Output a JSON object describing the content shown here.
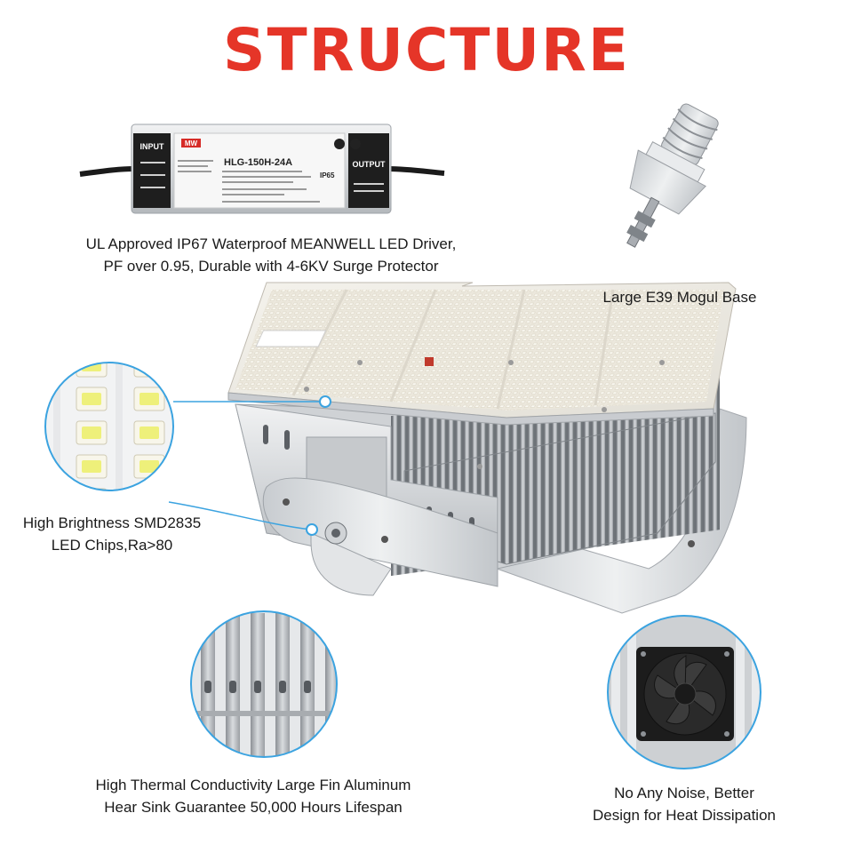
{
  "title": "STRUCTURE",
  "colors": {
    "title_red": "#e53528",
    "callout_blue": "#3ba3e0",
    "aluminum": "#d9dcdf",
    "led_panel": "#f1efe8"
  },
  "driver": {
    "input_label": "INPUT",
    "output_label": "OUTPUT",
    "model": "HLG-150H-24A",
    "ip_rating": "IP65",
    "brand_badge": "MW"
  },
  "features": {
    "driver": {
      "line1": "UL Approved IP67 Waterproof MEANWELL LED Driver,",
      "line2": "PF over 0.95, Durable with 4-6KV Surge Protector"
    },
    "base": {
      "line1": "Large E39 Mogul Base"
    },
    "chips": {
      "line1": "High Brightness SMD2835",
      "line2": "LED Chips,Ra>80"
    },
    "heatsink": {
      "line1": "High Thermal Conductivity Large Fin Aluminum",
      "line2": "Hear Sink Guarantee 50,000 Hours Lifespan"
    },
    "fan": {
      "line1": "No Any Noise, Better",
      "line2": "Design for Heat Dissipation"
    }
  },
  "icons": [
    "led-driver-image",
    "mogul-base-image",
    "led-chip-closeup",
    "heat-sink-fin-closeup",
    "cooling-fan-closeup",
    "led-fixture-image"
  ]
}
